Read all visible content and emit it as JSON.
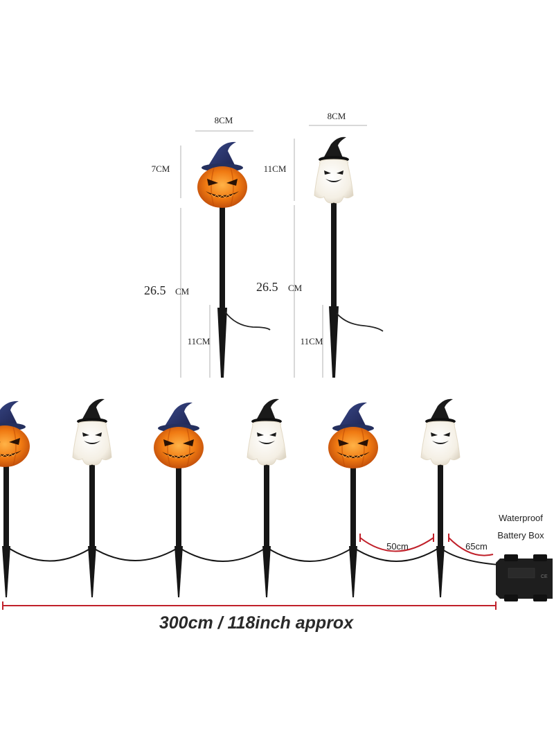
{
  "colors": {
    "pumpkin": "#f07a12",
    "pumpkin_dark": "#c24d05",
    "ghost": "#f4efe4",
    "hat_blue": "#2c3566",
    "hat_black": "#1a1a1a",
    "stake": "#161616",
    "measure_line": "#b0b0b0",
    "red_line": "#c0202a"
  },
  "detail": {
    "pumpkin": {
      "width_label": "8CM",
      "head_height_label": "7CM",
      "stake_height_label": "26.5",
      "stake_height_unit": "CM",
      "spike_label": "11CM"
    },
    "ghost": {
      "width_label": "8CM",
      "head_height_label": "11CM",
      "stake_height_label": "26.5",
      "stake_height_unit": "CM",
      "spike_label": "11CM"
    }
  },
  "row": {
    "lights": [
      {
        "type": "pumpkin-light"
      },
      {
        "type": "ghost-light"
      },
      {
        "type": "pumpkin-light"
      },
      {
        "type": "ghost-light"
      },
      {
        "type": "pumpkin-light"
      },
      {
        "type": "ghost-light"
      }
    ],
    "spacing_label": "50cm",
    "lead_label": "65cm",
    "battery_label_line1": "Waterproof",
    "battery_label_line2": "Battery Box",
    "total_label": "300cm / 118inch approx"
  }
}
